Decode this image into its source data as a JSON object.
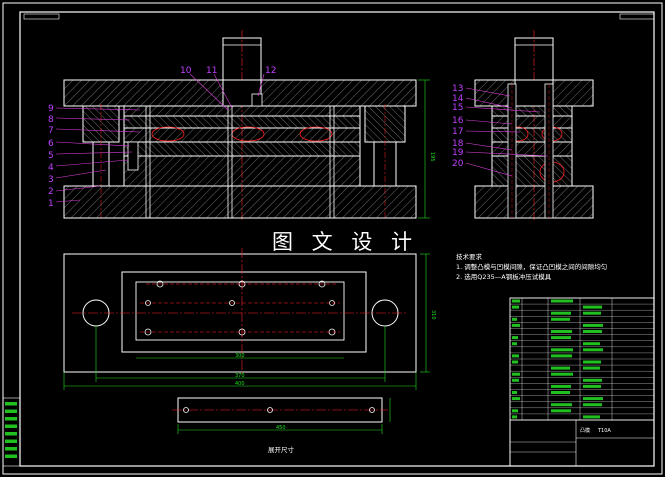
{
  "watermark": "图 文 设 计",
  "technical_requirements": {
    "heading": "技术要求",
    "items": [
      "1. 调整凸模与凹模间隙，保证凸凹模之间的间隙均匀",
      "2. 选用Q235—A钢板冲压试模具"
    ]
  },
  "part_numbers_main": [
    "1",
    "2",
    "3",
    "4",
    "5",
    "6",
    "7",
    "8",
    "9",
    "10",
    "11",
    "12"
  ],
  "part_numbers_side": [
    "13",
    "14",
    "15",
    "16",
    "17",
    "18",
    "19",
    "20"
  ],
  "strip_caption": "展开尺寸",
  "dimensions": {
    "plan_inner": "300",
    "plan_middle": "370",
    "plan_outer": "400",
    "plan_right": "310",
    "height": "195",
    "strip_width": "450"
  },
  "title_block": {
    "name": "凸模",
    "mark": "T10A"
  },
  "colors": {
    "background": "#000000",
    "outline": "#ffffff",
    "hatch": "#c8c8c8",
    "centerline": "#ff2020",
    "dimension": "#20e020",
    "leader": "#e040e0",
    "part_number": "#c040ff",
    "table_cell": "#20c020"
  }
}
